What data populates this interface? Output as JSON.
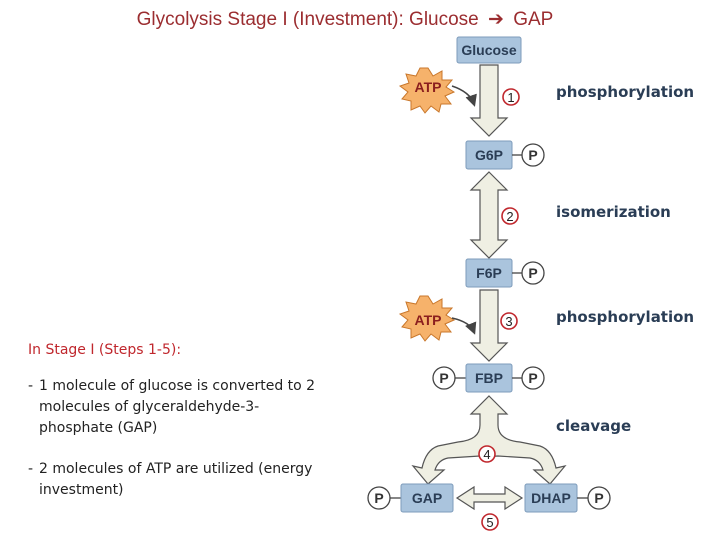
{
  "title": {
    "text": "Glycolysis Stage I (Investment): Glucose",
    "arrow": "➔",
    "target": "GAP"
  },
  "molecules": {
    "glucose": "Glucose",
    "g6p": "G6P",
    "f6p": "F6P",
    "fbp": "FBP",
    "gap": "GAP",
    "dhap": "DHAP",
    "phosphate": "P"
  },
  "cofactors": {
    "atp": "ATP"
  },
  "steps": [
    "1",
    "2",
    "3",
    "4",
    "5"
  ],
  "reactions": {
    "step1": "phosphorylation",
    "step2": "isomerization",
    "step3": "phosphorylation",
    "step4": "cleavage"
  },
  "notes": {
    "heading": "In Stage I (Steps 1-5):",
    "items": [
      {
        "dash": "-",
        "text": "1 molecule of glucose is converted to 2 molecules of glyceraldehyde-3-phosphate (GAP)"
      },
      {
        "dash": "-",
        "text": "2 molecules of ATP are utilized (energy investment)"
      }
    ]
  },
  "colors": {
    "title": "#9b2d30",
    "box_fill": "#aac4dd",
    "atp_burst": "#f6b26b",
    "step_ring": "#c0272d",
    "notes_heading": "#c0272d"
  },
  "icons": {
    "atp": "starburst-icon",
    "arrow": "arrow-right-icon"
  }
}
